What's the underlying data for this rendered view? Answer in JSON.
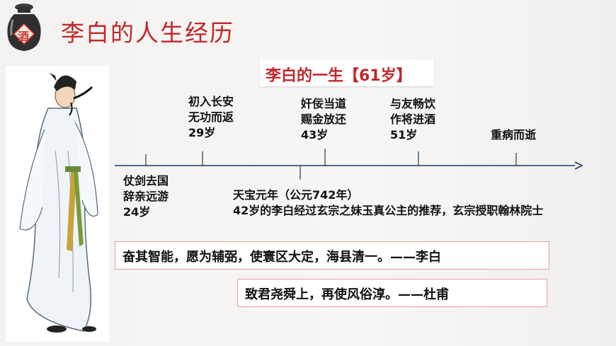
{
  "title": "李白的人生经历",
  "logo": {
    "jar_character": "酒",
    "colors": {
      "body": "#2f2f2f",
      "highlight": "#8a8a8a",
      "label": "#d63a3a"
    }
  },
  "heading": "李白的一生【61岁】",
  "colors": {
    "title": "#c0282a",
    "axis": "#1f3a5f",
    "quote_border": "#e2a0a3",
    "text": "#111111"
  },
  "timeline": {
    "events_above": [
      {
        "lines": [
          "初入长安",
          "无功而返",
          "29岁"
        ]
      },
      {
        "lines": [
          "奸佞当道",
          "赐金放还",
          "43岁"
        ]
      },
      {
        "lines": [
          "与友畅饮",
          "作将进酒",
          "51岁"
        ]
      },
      {
        "lines": [
          "重病而逝"
        ]
      }
    ],
    "events_below": [
      {
        "lines": [
          "仗剑去国",
          "辞亲远游",
          "24岁"
        ]
      },
      {
        "lines": [
          "天宝元年（公元742年）",
          "42岁的李白经过玄宗之妹玉真公主的推荐，玄宗授职翰林院士"
        ]
      }
    ]
  },
  "quotes": [
    "奋其智能，愿为辅弼，使寰区大定，海县清一。——李白",
    "致君尧舜上，再使风俗淳。——杜甫"
  ]
}
